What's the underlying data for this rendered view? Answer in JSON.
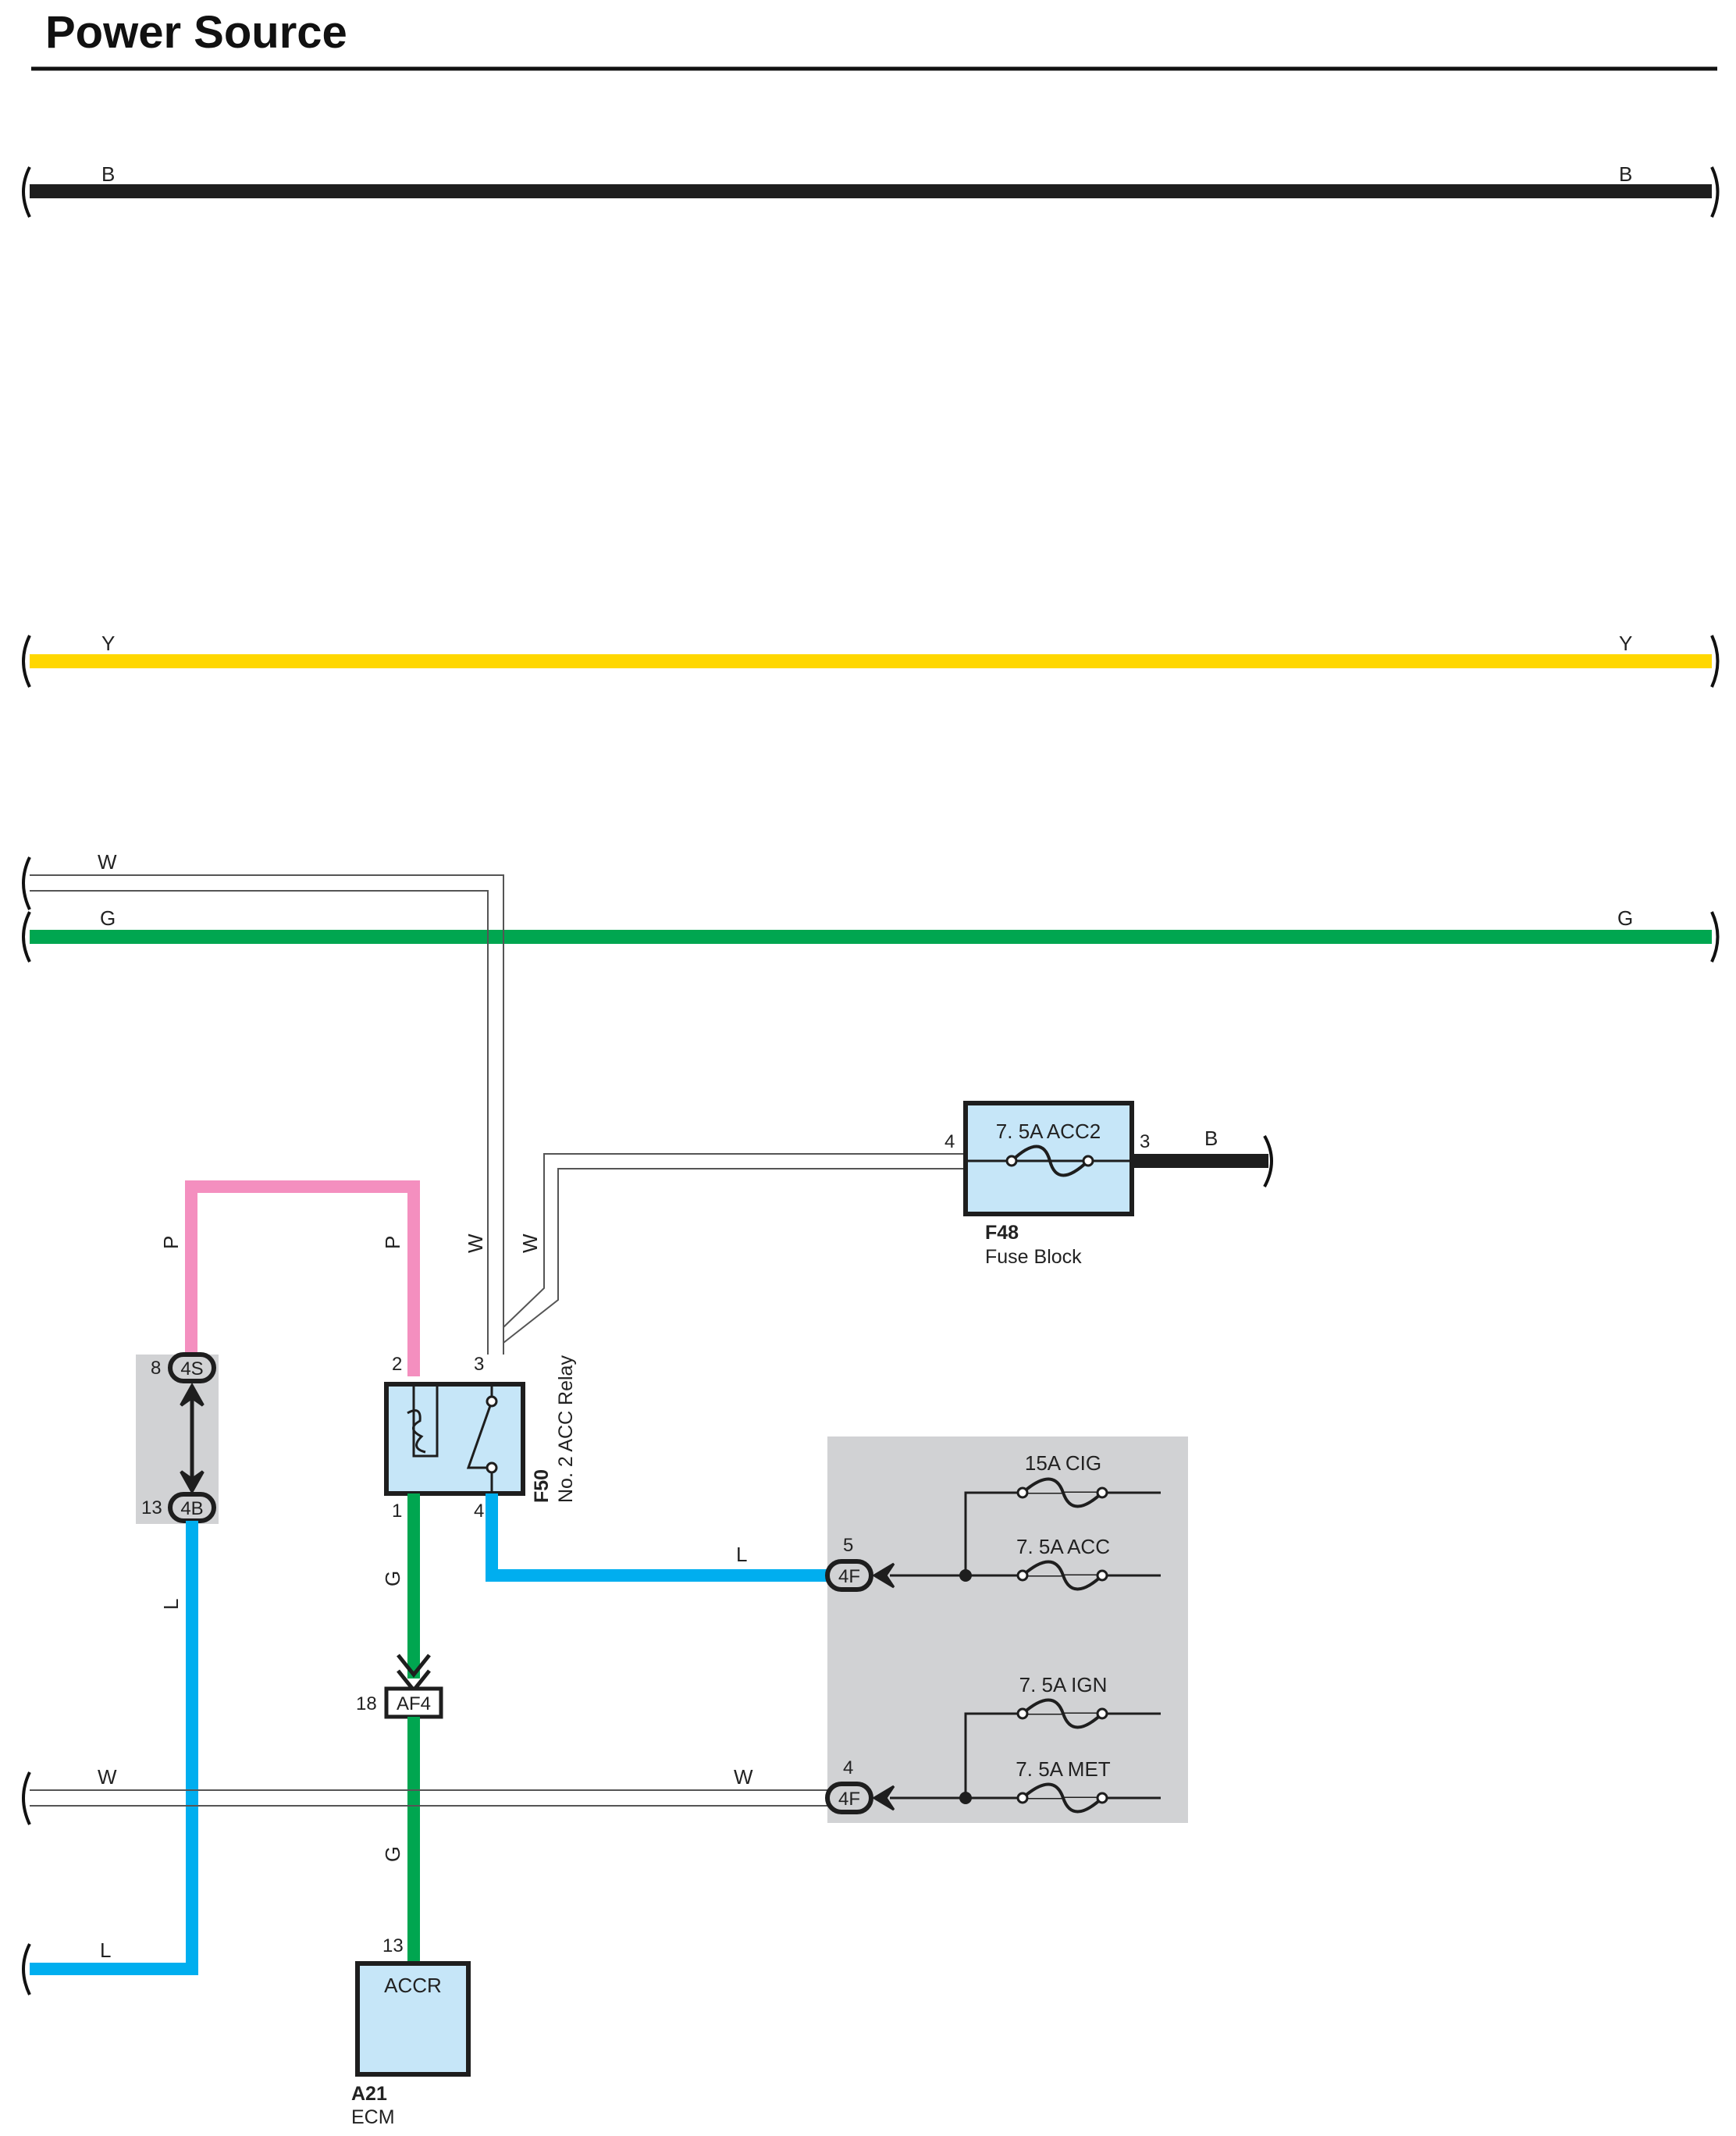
{
  "title": "Power Source",
  "wire_colors": {
    "B": "#1e1e1e",
    "Y": "#ffd700",
    "G": "#00a650",
    "L": "#00aeef",
    "P": "#f48fbf",
    "W": "#ffffff"
  },
  "wires": {
    "b_left": "B",
    "b_right": "B",
    "y_left": "Y",
    "y_right": "Y",
    "w_top_left": "W",
    "g_left": "G",
    "g_right": "G",
    "p_left": "P",
    "p_right": "P",
    "w_relay_left": "W",
    "w_relay_right": "W",
    "b_fuse": "B",
    "l_junction": "L",
    "l_left_vertical": "L",
    "g_relay_down": "G",
    "g_ecm": "G",
    "w_bottom_left": "W",
    "w_bottom_mid": "W",
    "l_bottom_left": "L"
  },
  "components": {
    "fuse_block": {
      "id": "F48",
      "name": "Fuse Block",
      "fuse_label": "7. 5A ACC2",
      "pin_in": "4",
      "pin_out": "3"
    },
    "relay": {
      "id": "F50",
      "name": "No. 2 ACC Relay",
      "pin_1": "1",
      "pin_2": "2",
      "pin_3": "3",
      "pin_4": "4"
    },
    "ecm": {
      "id": "A21",
      "name": "ECM",
      "terminal": "ACCR",
      "pin": "13"
    },
    "connector_af4": {
      "label": "AF4",
      "pin": "18"
    },
    "junction_left": {
      "upper_label": "4S",
      "upper_pin": "8",
      "lower_label": "4B",
      "lower_pin": "13"
    },
    "junction_block": {
      "connector_upper": "4F",
      "pin_upper": "5",
      "connector_lower": "4F",
      "pin_lower": "4",
      "fuses": [
        "15A CIG",
        "7. 5A ACC",
        "7. 5A IGN",
        "7. 5A MET"
      ]
    }
  }
}
